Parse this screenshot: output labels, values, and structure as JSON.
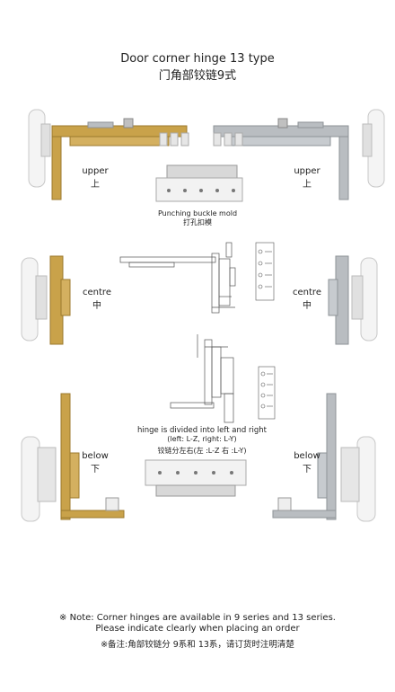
{
  "header": {
    "title_en": "Door corner hinge 13 type",
    "title_cn": "门角部铰链9式"
  },
  "labels": {
    "upper_en": "upper",
    "upper_cn": "上",
    "centre_en": "centre",
    "centre_cn": "中",
    "below_en": "below",
    "below_cn": "下"
  },
  "punching": {
    "en": "Punching buckle mold",
    "cn": "打孔扣模"
  },
  "divided": {
    "line1": "hinge is divided into left and right",
    "line2": "(left: L-Z, right: L-Y)",
    "cn": "铰链分左右(左 :L-Z 右 :L-Y)"
  },
  "footer": {
    "note_line1": "※ Note: Corner hinges are available in 9 series and 13 series.",
    "note_line2": "Please indicate clearly when placing an order",
    "note_cn": "※备注:角部铰链分 9系和 13系，请订货时注明清楚"
  },
  "colors": {
    "gold": "#c9a24a",
    "gold_dark": "#9c7a2e",
    "silver": "#b9bdc1",
    "silver_dark": "#8e9397",
    "white_part": "#f4f4f4"
  }
}
